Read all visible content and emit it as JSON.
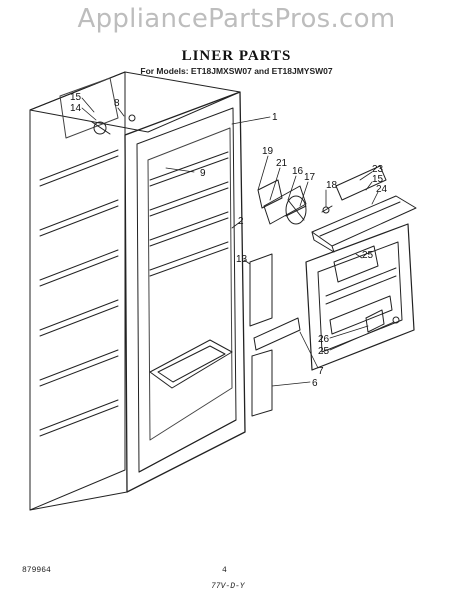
{
  "watermark": "AppliancePartsPros.com",
  "title": "LINER PARTS",
  "subtitle": "For Models: ET18JMXSW07 and ET18JMYSW07",
  "callouts": {
    "c15a": "15",
    "c14": "14",
    "c8": "8",
    "c1": "1",
    "c9": "9",
    "c2": "2",
    "c19": "19",
    "c21": "21",
    "c16": "16",
    "c17": "17",
    "c18": "18",
    "c23": "23",
    "c15b": "15",
    "c24": "24",
    "c25a": "25",
    "c13": "13",
    "c26": "26",
    "c25b": "25",
    "c7": "7",
    "c6": "6"
  },
  "footer": {
    "left": "879964",
    "center": "4",
    "right": "77V-D-Y"
  }
}
